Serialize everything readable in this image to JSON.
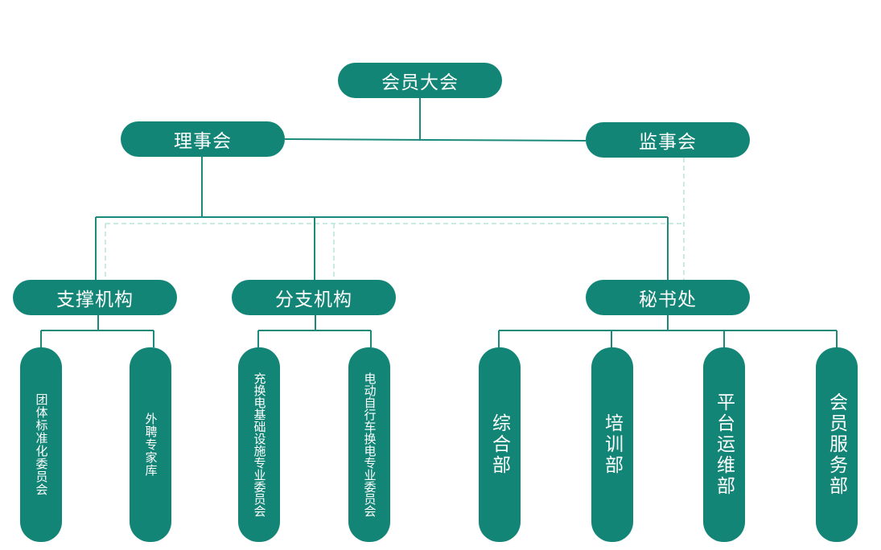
{
  "diagram": {
    "root": "会员大会",
    "council": "理事会",
    "supervisory": "监事会",
    "branches": {
      "support": "支撑机构",
      "branch": "分支机构",
      "secretariat": "秘书处"
    },
    "support_children": [
      "团体标准化委员会",
      "外聘专家库"
    ],
    "branch_children": [
      "充换电基础设施专业委员会",
      "电动自行车换电专业委员会"
    ],
    "secretariat_children": [
      "综合部",
      "培训部",
      "平台运维部",
      "会员服务部"
    ]
  },
  "colors": {
    "node_fill": "#138576",
    "solid_line": "#1b8a7b",
    "dashed_line": "#b9e3dc",
    "text": "#ffffff"
  }
}
